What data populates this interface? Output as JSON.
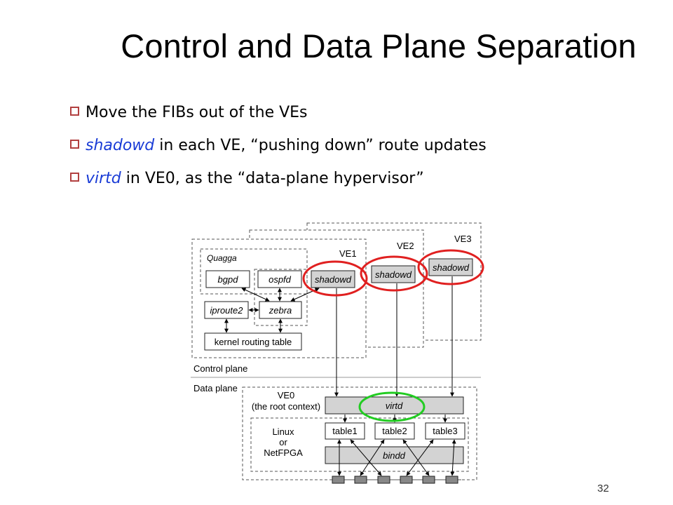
{
  "slide": {
    "title": "Control and Data Plane Separation",
    "page_number": "32"
  },
  "bullets": [
    {
      "highlight": "",
      "text": "Move the FIBs out of the VEs"
    },
    {
      "highlight": "shadowd",
      "text": " in each VE, “pushing down” route updates"
    },
    {
      "highlight": "virtd",
      "text": " in VE0, as the “data-plane hypervisor”"
    }
  ],
  "diagram": {
    "ve1": "VE1",
    "ve2": "VE2",
    "ve3": "VE3",
    "quagga": "Quagga",
    "bgpd": "bgpd",
    "ospfd": "ospfd",
    "shadowd": "shadowd",
    "iproute2": "iproute2",
    "zebra": "zebra",
    "kernel": "kernel routing table",
    "control_plane": "Control plane",
    "data_plane": "Data plane",
    "ve0": "VE0",
    "root_context": "(the root context)",
    "virtd": "virtd",
    "linux": "Linux",
    "or": "or",
    "netfpga": "NetFPGA",
    "table1": "table1",
    "table2": "table2",
    "table3": "table3",
    "bindd": "bindd"
  },
  "colors": {
    "shadowd_highlight": "#e02020",
    "virtd_highlight": "#22cc22",
    "bullet_marker": "#b24040",
    "keyword": "#1a3cd6"
  }
}
